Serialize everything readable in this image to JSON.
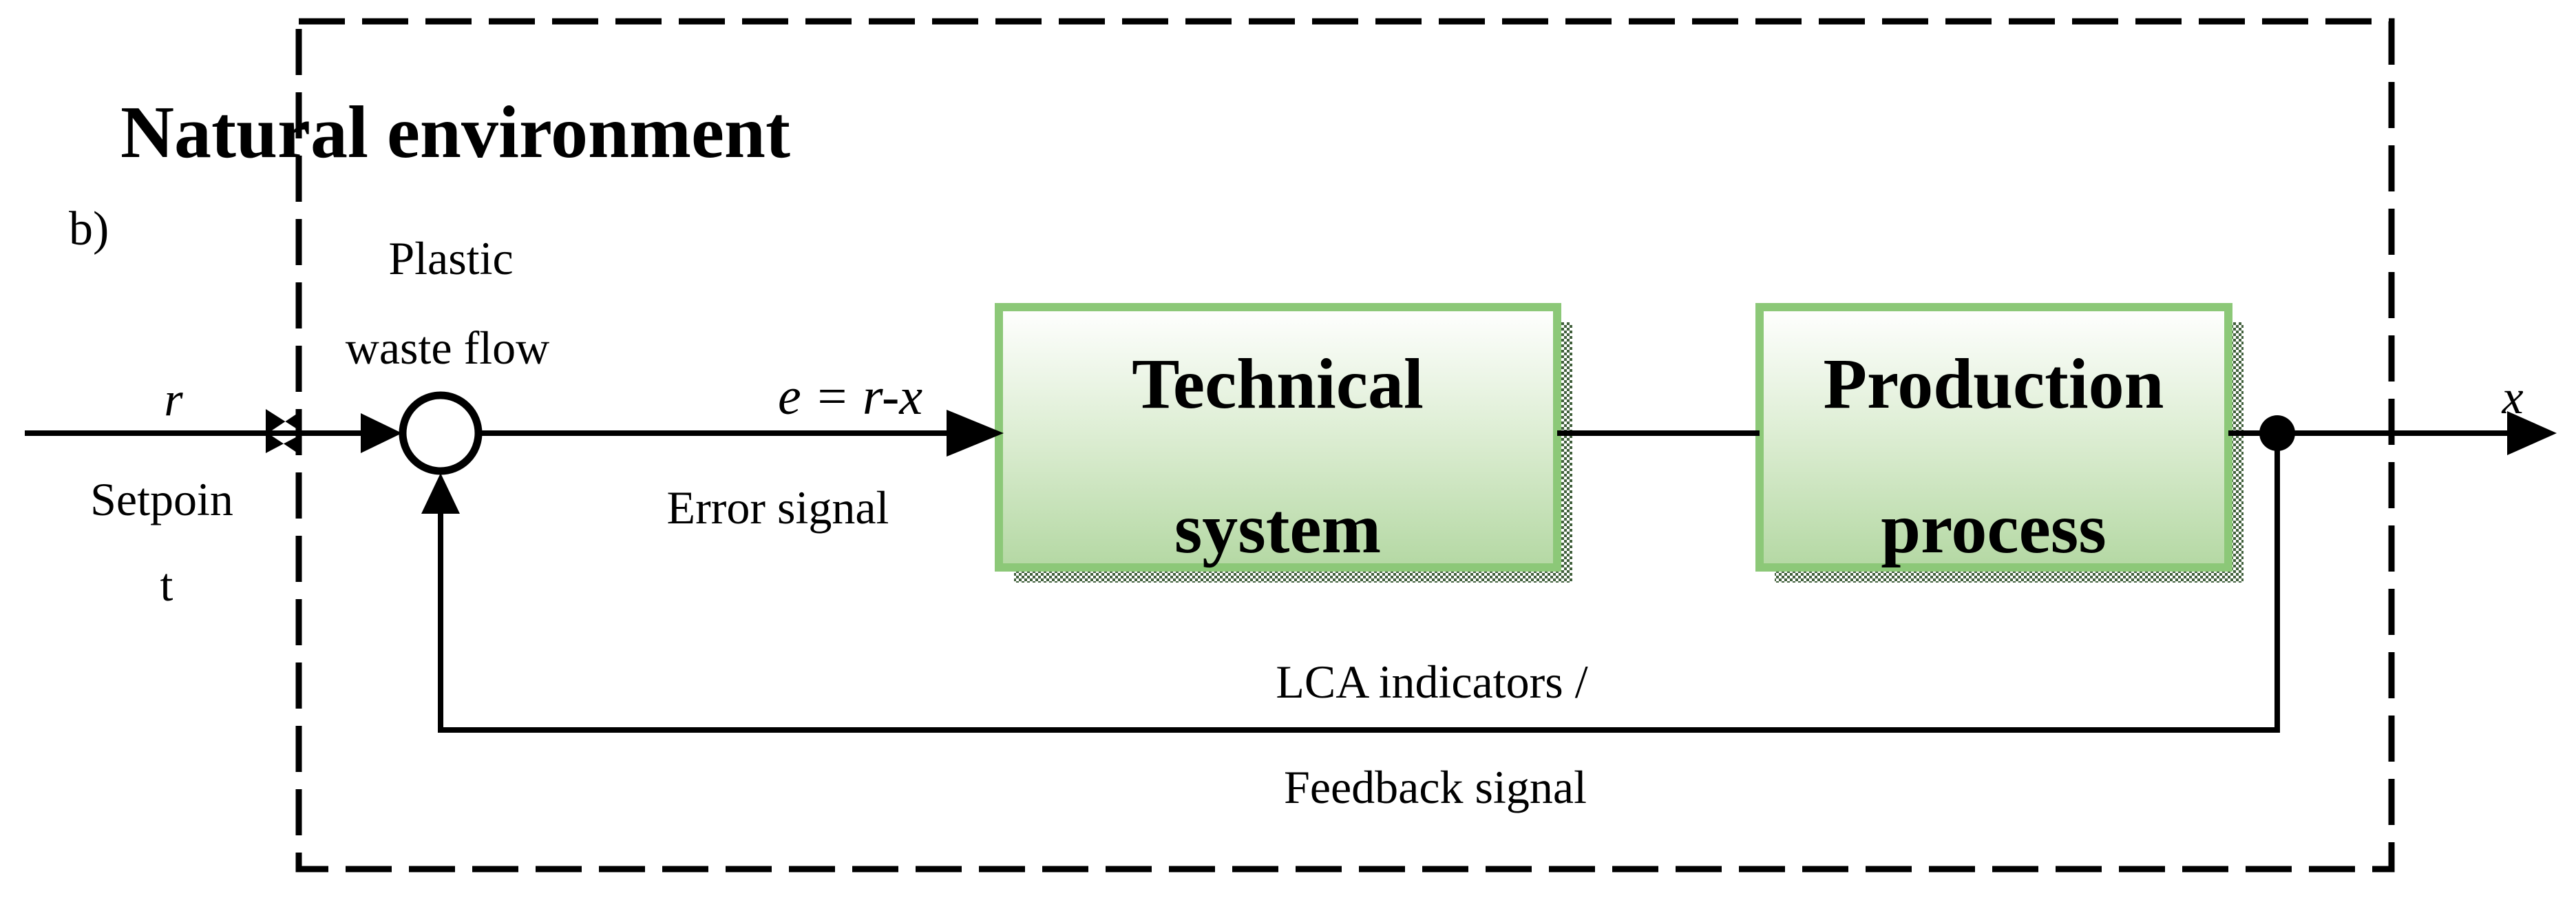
{
  "figure": {
    "panel_label": "b)",
    "boundary_label": "Natural environment"
  },
  "signals": {
    "setpoint_symbol": "r",
    "setpoint_label_line1": "Setpoin",
    "setpoint_label_line2": "t",
    "disturbance_label_line1": "Plastic",
    "disturbance_label_line2": "waste flow",
    "error_equation": "e = r-x",
    "error_label": "Error signal",
    "output_symbol": "x",
    "feedback_label_line1": "LCA indicators /",
    "feedback_label_line2": "Feedback signal"
  },
  "blocks": {
    "technical_system": {
      "line1": "Technical",
      "line2": "system"
    },
    "production_process": {
      "line1": "Production",
      "line2": "process"
    }
  },
  "colors": {
    "line": "#000000",
    "box_border": "#8cc878",
    "box_fill_top": "#ffffff",
    "box_fill_mid": "#dcedd2",
    "box_fill_bottom": "#b4d8a3",
    "shadow_checker": "#41603c",
    "background": "#ffffff"
  }
}
